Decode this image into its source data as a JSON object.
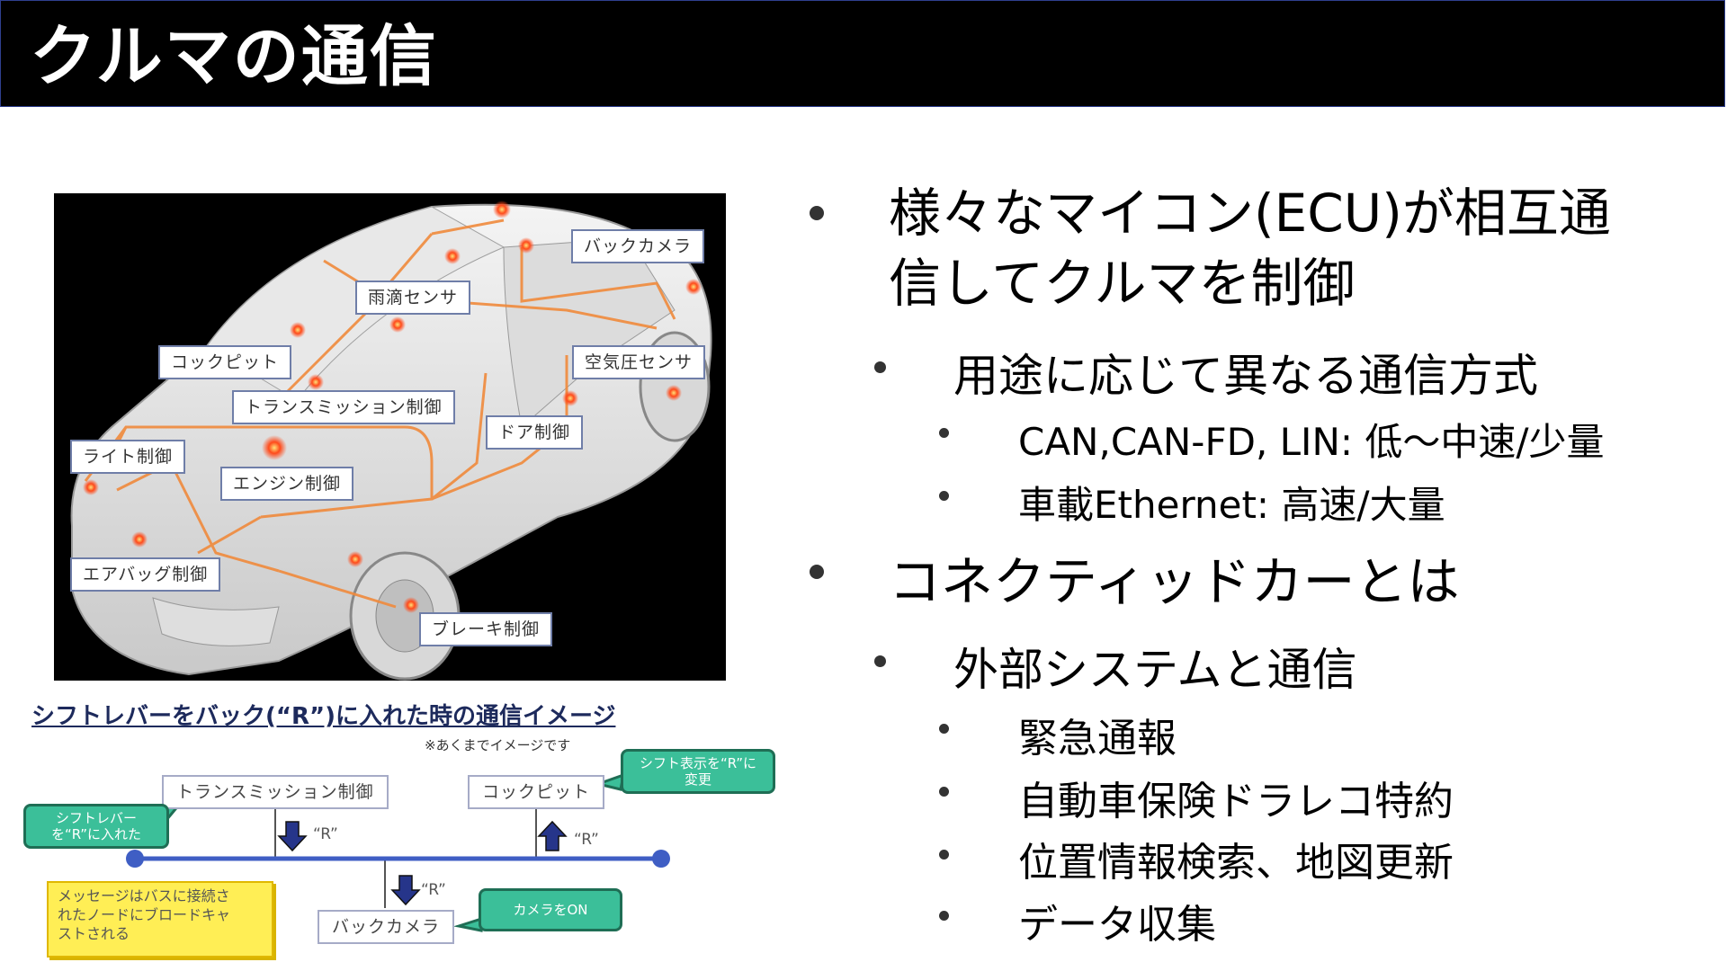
{
  "slide": {
    "title": "クルマの通信"
  },
  "car_diagram": {
    "labels": {
      "back_camera": "バックカメラ",
      "rain_sensor": "雨滴センサ",
      "cockpit": "コックピット",
      "air_pressure_sensor": "空気圧センサ",
      "transmission": "トランスミッション制御",
      "door": "ドア制御",
      "light": "ライト制御",
      "engine": "エンジン制御",
      "airbag": "エアバッグ制御",
      "brake": "ブレーキ制御"
    }
  },
  "bus_diagram": {
    "title": "シフトレバーをバック(“R”)に入れた時の通信イメージ",
    "note": "※あくまでイメージです",
    "nodes": {
      "transmission": "トランスミッション制御",
      "cockpit": "コックピット",
      "back_camera": "バックカメラ"
    },
    "callouts": {
      "shift_lever": "シフトレバー\nを“R”に入れた",
      "shift_display": "シフト表示を“R”に\n変更",
      "camera_on": "カメラをON"
    },
    "r_label": "“R”",
    "sticky_note": "メッセージはバスに接続さ\nれたノードにブロードキャ\nストされる"
  },
  "bullets": {
    "b1": "様々なマイコン(ECU)が相互通\n信してクルマを制御",
    "b1_1": "用途に応じて異なる通信方式",
    "b1_1_1": "CAN,CAN-FD, LIN: 低～中速/少量",
    "b1_1_2": "車載Ethernet: 高速/大量",
    "b2": "コネクティッドカーとは",
    "b2_1": "外部システムと通信",
    "b2_1_1": "緊急通報",
    "b2_1_2": "自動車保険ドラレコ特約",
    "b2_1_3": "位置情報検索、地図更新",
    "b2_1_4": "データ収集"
  },
  "colors": {
    "wire": "#f08a3c",
    "ecu_dot": "#ff3b1a",
    "bus": "#3f5ec4",
    "callout": "#3bbf99",
    "sticky": "#ffee55"
  }
}
